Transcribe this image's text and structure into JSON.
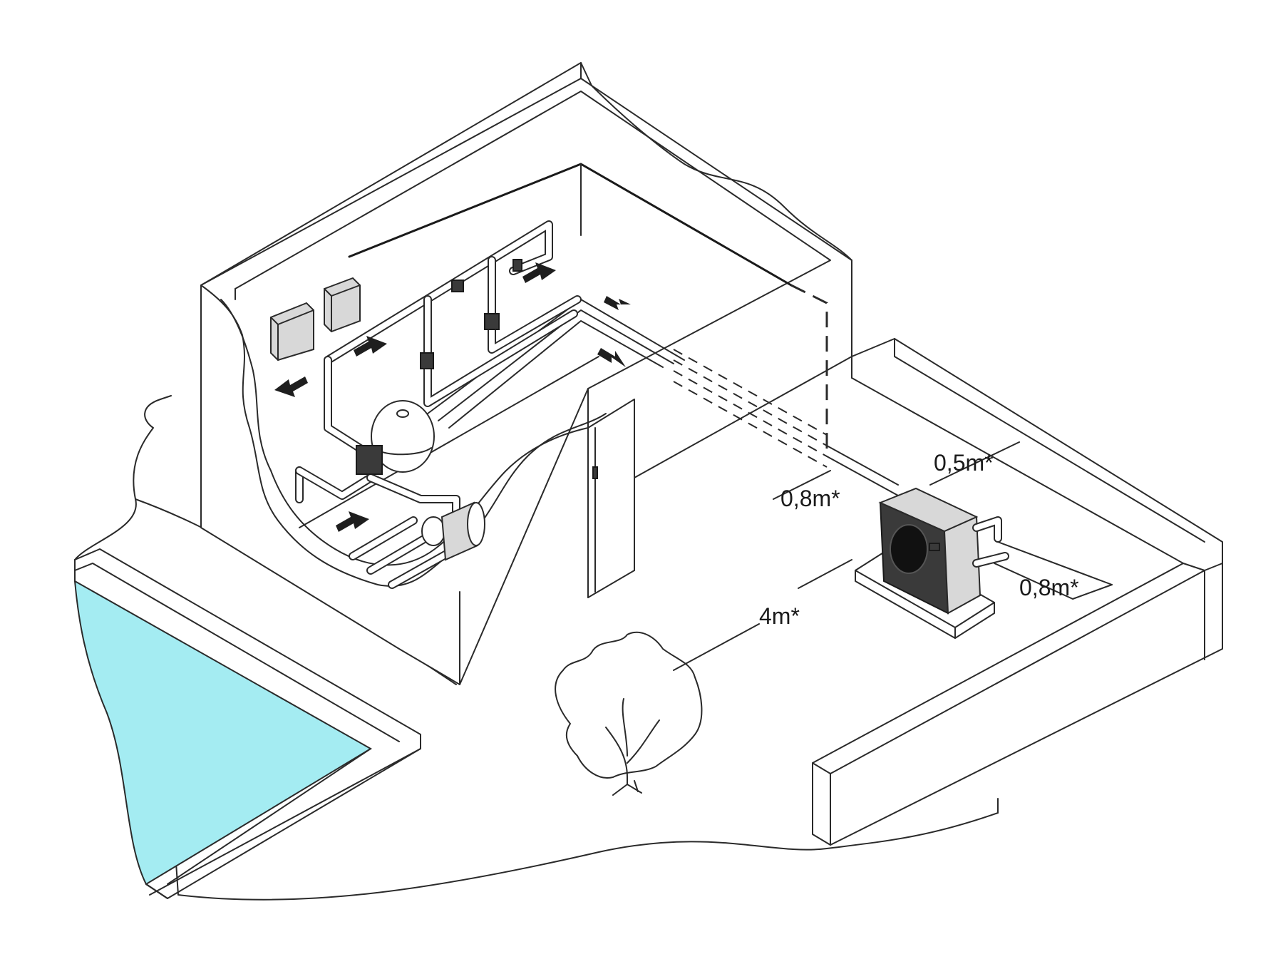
{
  "diagram": {
    "colors": {
      "line": "#2a2a2a",
      "pool_water": "#a4ecf2",
      "background": "#ffffff",
      "arrow": "#1e1e1e"
    },
    "dimensions": [
      {
        "id": "dim-top",
        "label": "0,5m*"
      },
      {
        "id": "dim-wall",
        "label": "0,8m*"
      },
      {
        "id": "dim-right",
        "label": "0,8m*"
      },
      {
        "id": "dim-front",
        "label": "4m*"
      }
    ],
    "icons": [
      "flow-arrow-icon",
      "tree-icon",
      "heat-pump-icon",
      "sand-filter-icon",
      "pool-pump-icon"
    ]
  }
}
